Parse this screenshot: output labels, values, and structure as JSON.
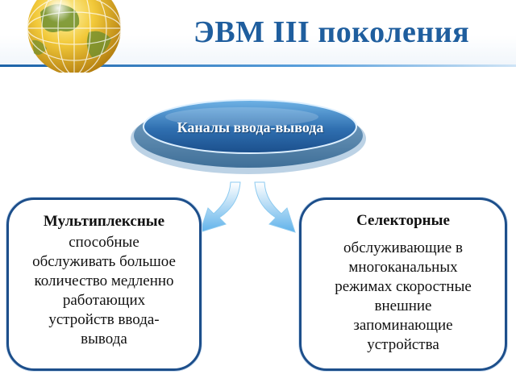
{
  "header": {
    "title": "ЭВМ III поколения"
  },
  "diagram": {
    "center": {
      "label": "Каналы ввода-вывода"
    },
    "left_box": {
      "title": "Мультиплексные",
      "text": "способные\nобслуживать большое\nколичество медленно\nработающих\nустройств ввода-\nвывода"
    },
    "right_box": {
      "title": "Селекторные",
      "text": "обслуживающие в\nмногоканальных\nрежимах скоростные\nвнешние\nзапоминающие\nустройства"
    }
  },
  "colors": {
    "title": "#1f5e9e",
    "oval_fill": "#2f6fb0",
    "box_border": "#1d4f8b",
    "arrow": "#7ec3ee"
  },
  "icons": {
    "logo": "globe-icon"
  }
}
